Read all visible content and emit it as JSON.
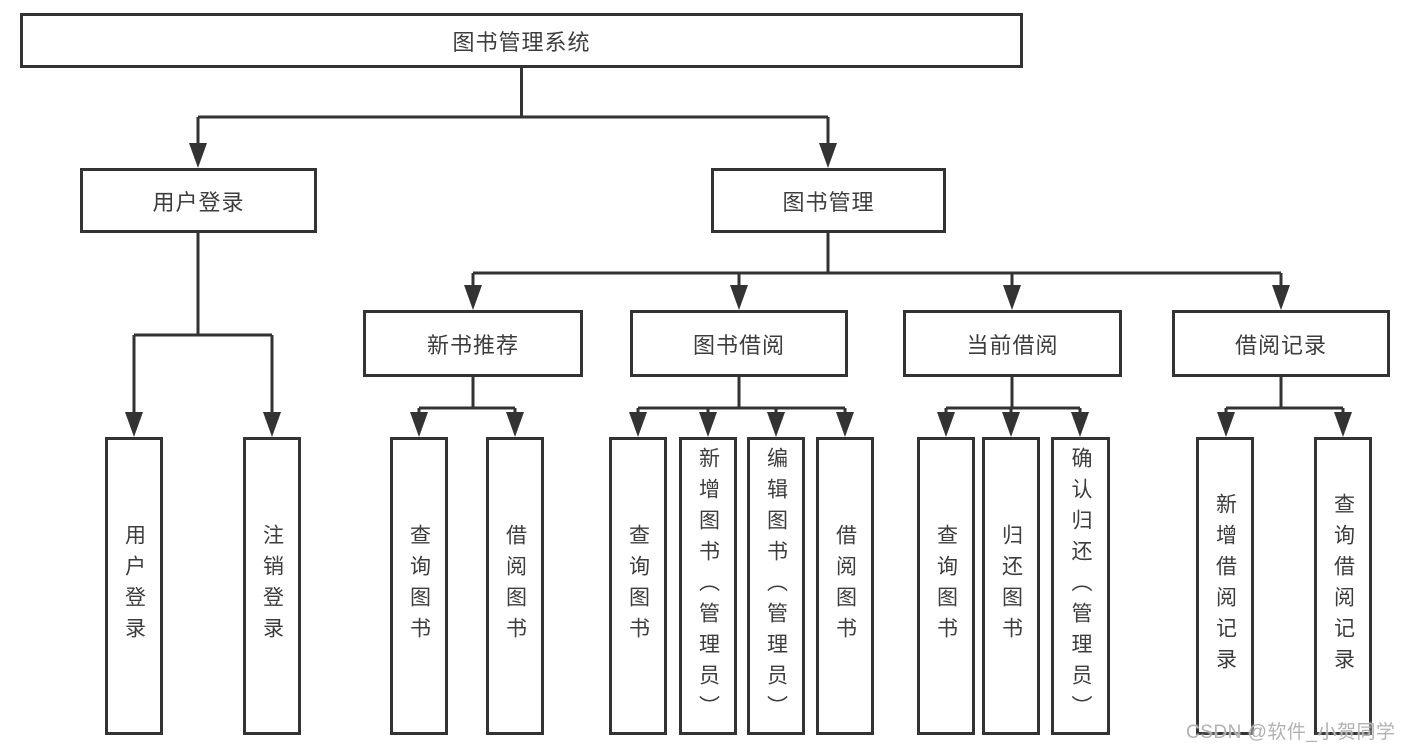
{
  "diagram": {
    "type": "tree",
    "root": {
      "label": "图书管理系统"
    },
    "level2": {
      "user_login": {
        "label": "用户登录",
        "parent": "图书管理系统"
      },
      "book_mgmt": {
        "label": "图书管理",
        "parent": "图书管理系统"
      }
    },
    "level3": {
      "new_book_rec": {
        "label": "新书推荐",
        "parent": "图书管理"
      },
      "book_borrow": {
        "label": "图书借阅",
        "parent": "图书管理"
      },
      "current_borrow": {
        "label": "当前借阅",
        "parent": "图书管理"
      },
      "borrow_record": {
        "label": "借阅记录",
        "parent": "图书管理"
      }
    },
    "leaves": {
      "user_login_leaf": {
        "label": "用户登录",
        "parent": "用户登录"
      },
      "logout_leaf": {
        "label": "注销登录",
        "parent": "用户登录"
      },
      "nbr_query": {
        "label": "查询图书",
        "parent": "新书推荐"
      },
      "nbr_borrow": {
        "label": "借阅图书",
        "parent": "新书推荐"
      },
      "bb_query": {
        "label": "查询图书",
        "parent": "图书借阅"
      },
      "bb_add": {
        "label": "新增图书（管理员）",
        "parent": "图书借阅"
      },
      "bb_edit": {
        "label": "编辑图书（管理员）",
        "parent": "图书借阅"
      },
      "bb_borrow": {
        "label": "借阅图书",
        "parent": "图书借阅"
      },
      "cb_query": {
        "label": "查询图书",
        "parent": "当前借阅"
      },
      "cb_return": {
        "label": "归还图书",
        "parent": "当前借阅"
      },
      "cb_confirm": {
        "label": "确认归还（管理员）",
        "parent": "当前借阅"
      },
      "br_add": {
        "label": "新增借阅记录",
        "parent": "借阅记录"
      },
      "br_query": {
        "label": "查询借阅记录",
        "parent": "借阅记录"
      }
    }
  },
  "watermark": {
    "text": "CSDN @软件_小贺同学"
  },
  "colors": {
    "line": "#333333",
    "text": "#3d3d3d",
    "watermark": "#b2b2b2",
    "background": "#ffffff"
  }
}
